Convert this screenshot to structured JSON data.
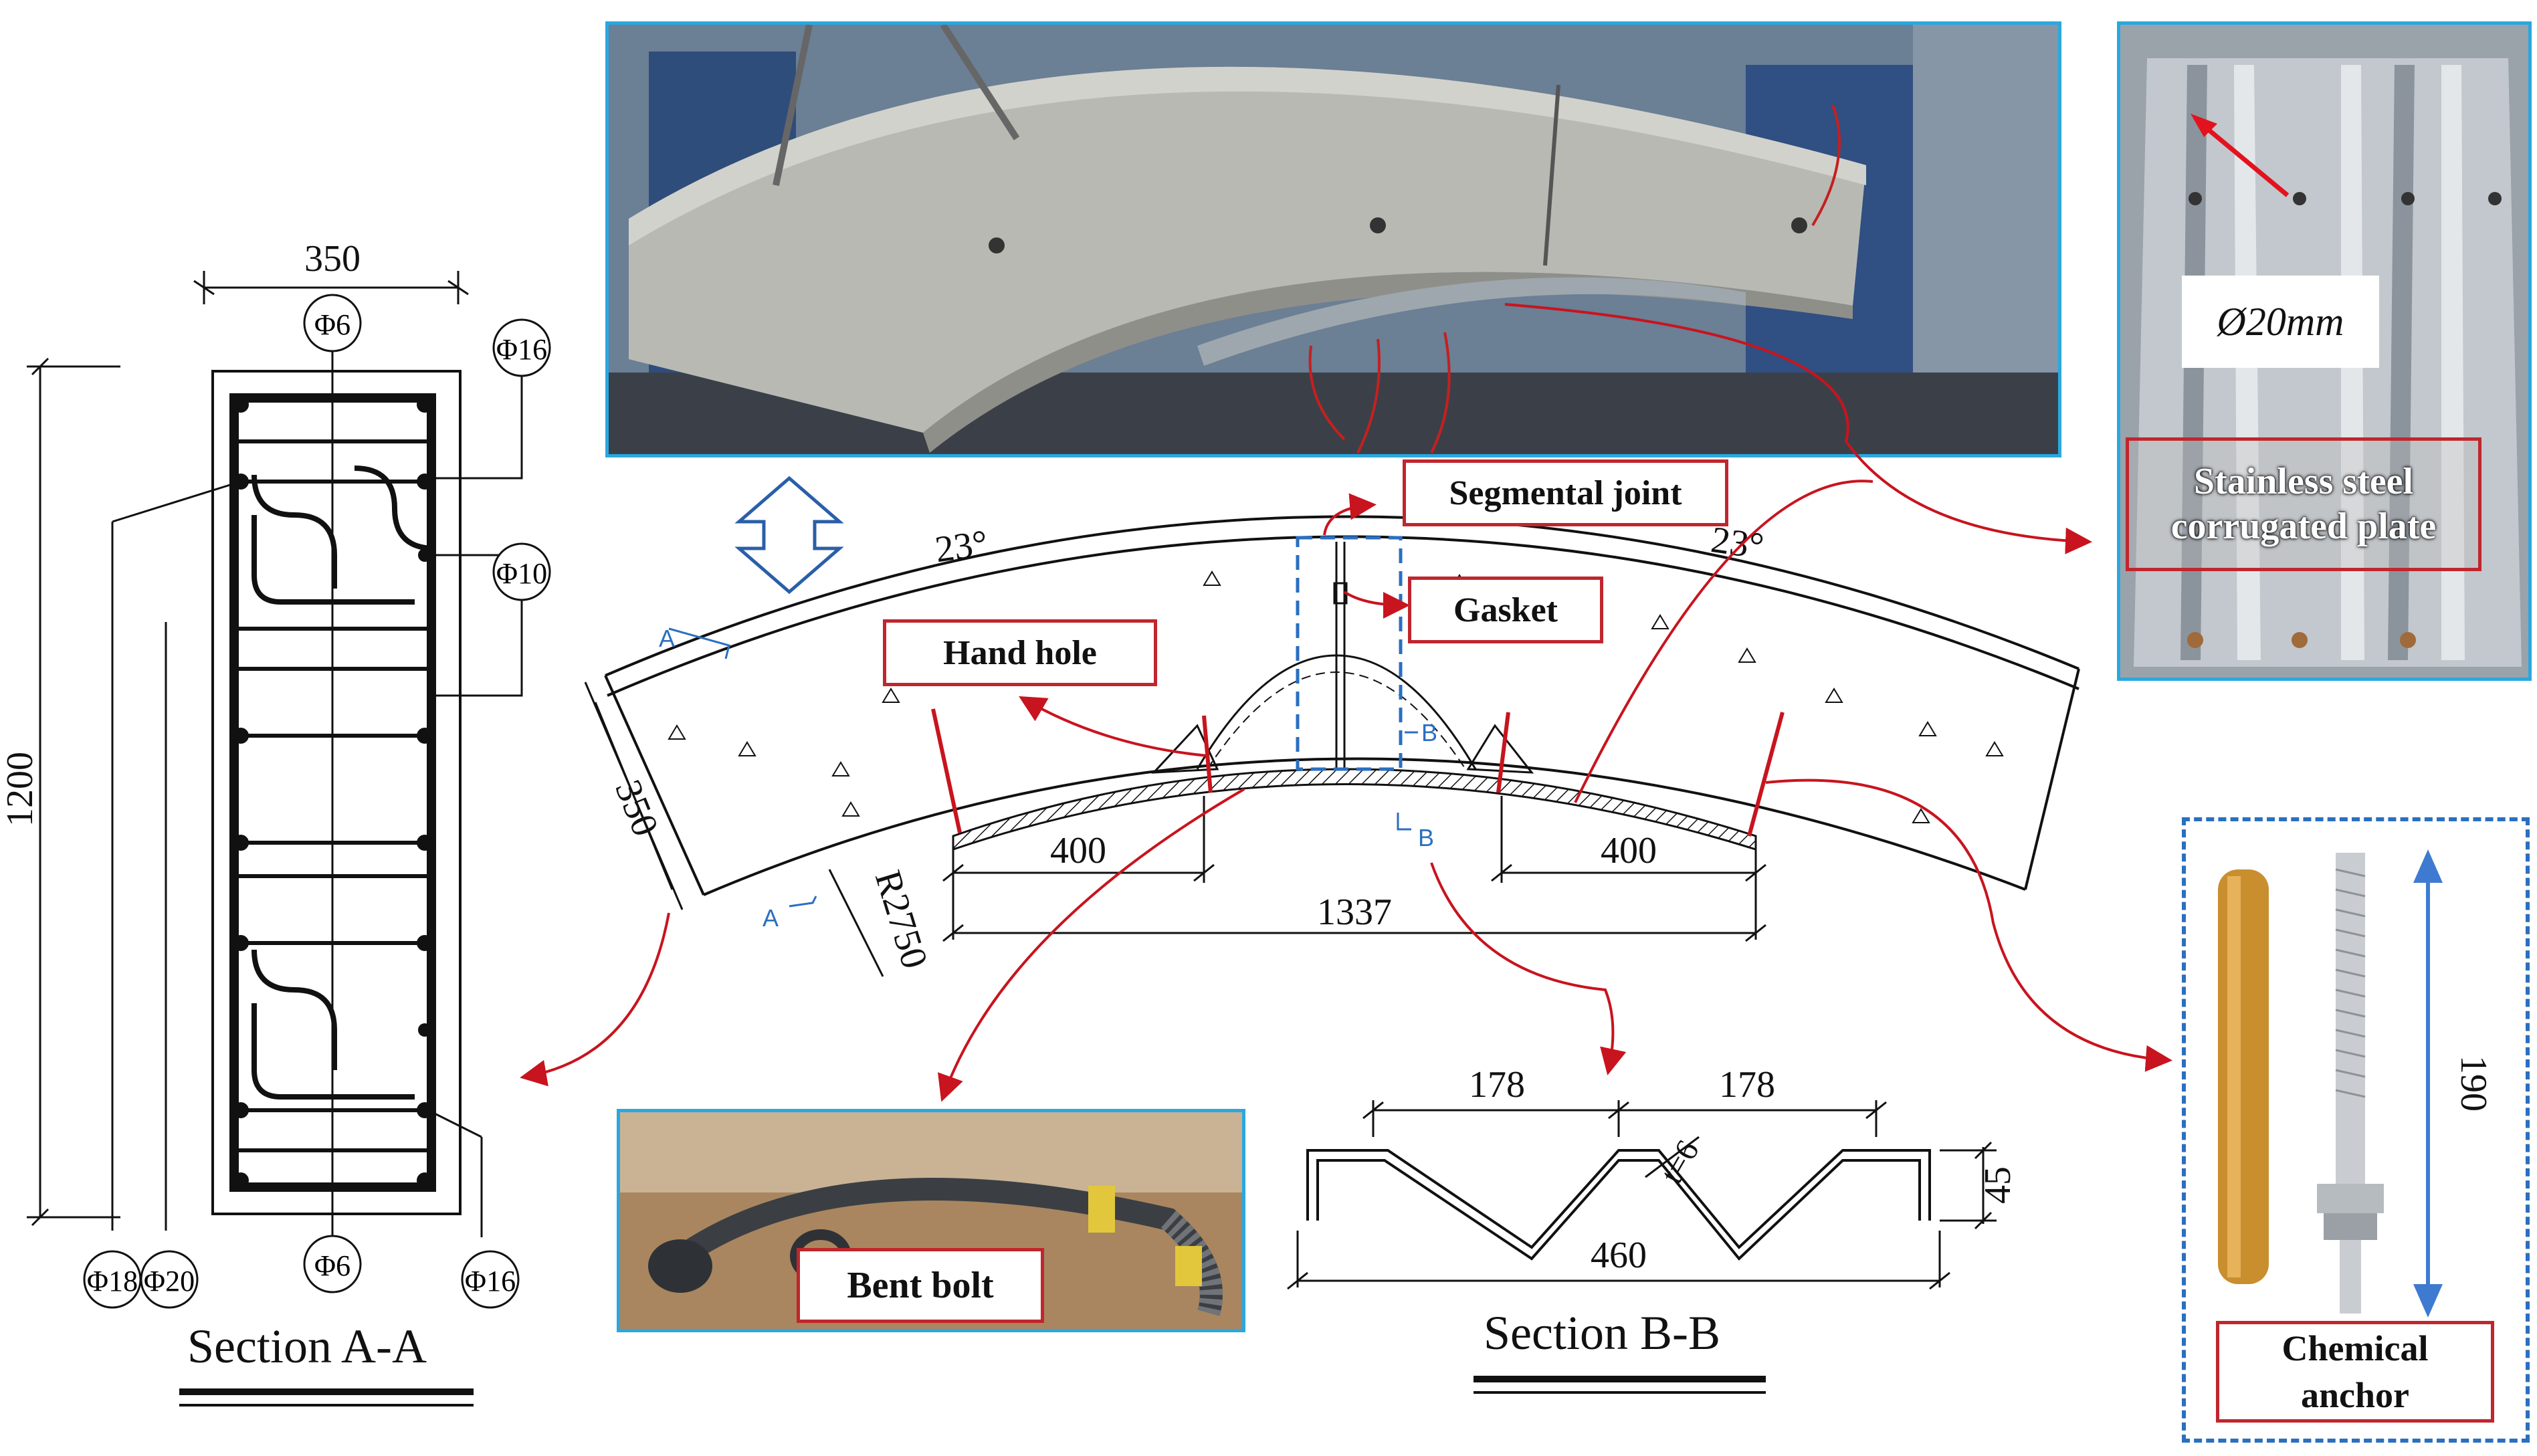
{
  "section_aa": {
    "title": "Section A-A",
    "width_dim": "350",
    "height_dim": "1200",
    "rebar_labels": [
      "Φ6",
      "Φ16",
      "Φ10",
      "Φ18",
      "Φ20",
      "Φ6",
      "Φ16"
    ]
  },
  "main_drawing": {
    "angle_left": "23°",
    "angle_right": "23°",
    "thickness_dim": "350",
    "radius_label": "R2750",
    "dim_left": "400",
    "dim_right": "400",
    "dim_total": "1337",
    "section_a_label": "A",
    "section_b_label": "B"
  },
  "callouts": {
    "segmental_joint": "Segmental joint",
    "gasket": "Gasket",
    "hand_hole": "Hand hole",
    "bent_bolt": "Bent bolt",
    "stainless_plate": "Stainless steel corrugated plate",
    "chemical_anchor": "Chemical anchor",
    "hole_diameter": "Ø20mm"
  },
  "section_bb": {
    "title": "Section B-B",
    "dim_pitch_left": "178",
    "dim_pitch_right": "178",
    "dim_total": "460",
    "dim_height": "45",
    "thickness": "t=6"
  },
  "anchor": {
    "length_dim": "190"
  },
  "colors": {
    "photo_border": "#29a8e0",
    "callout_border": "#c0262d",
    "arrow_red": "#c8141e",
    "dashed_blue": "#2a6fc0"
  }
}
